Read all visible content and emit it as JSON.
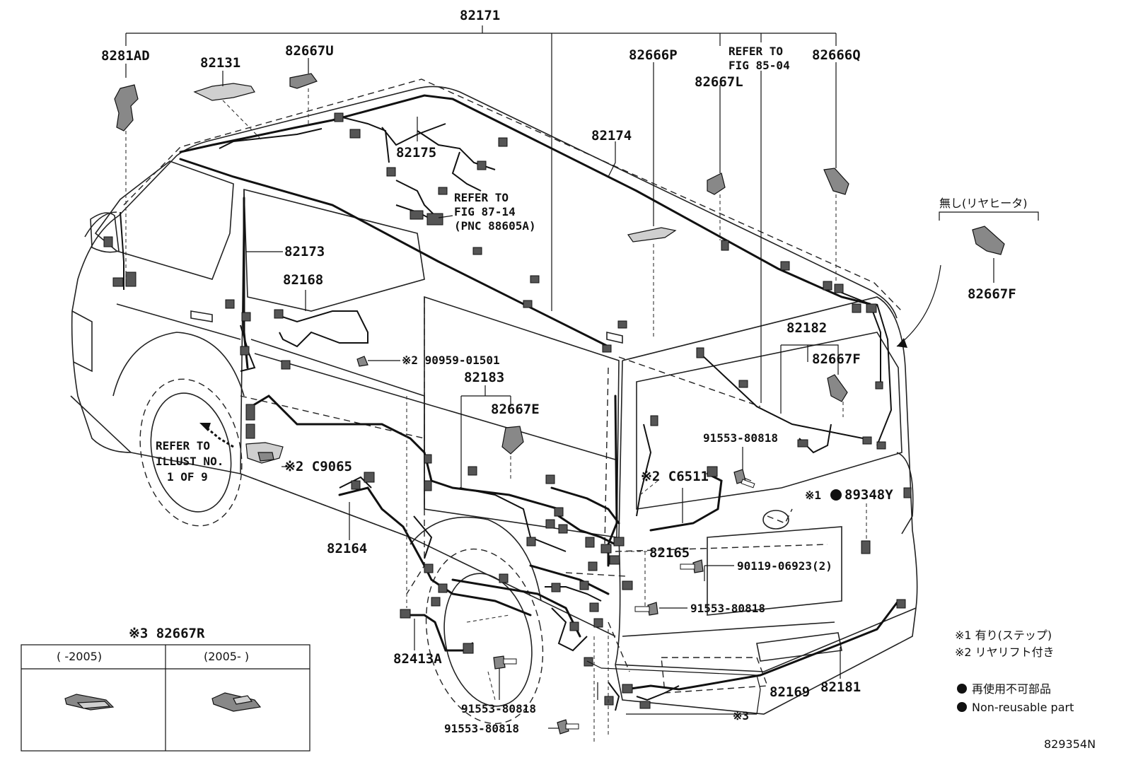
{
  "labels": {
    "p82171": "82171",
    "p8281AD": "8281AD",
    "p82131": "82131",
    "p82667U": "82667U",
    "p82666P": "82666P",
    "refer_85_04_line1": "REFER TO",
    "refer_85_04_line2": "FIG 85-04",
    "p82666Q": "82666Q",
    "p82667L": "82667L",
    "p82174": "82174",
    "p82175": "82175",
    "refer_87_14_line1": "REFER TO",
    "refer_87_14_line2": "FIG 87-14",
    "refer_87_14_line3": "(PNC 88605A)",
    "no_rear_heater": "無し(リヤヒータ)",
    "p82667F_right": "82667F",
    "p82173": "82173",
    "p82168": "82168",
    "p82182": "82182",
    "p82667F_mid": "82667F",
    "p90959": "※2 90959-01501",
    "p82183": "82183",
    "p82667E": "82667E",
    "refer_illust_line1": "REFER TO",
    "refer_illust_line2": "ILLUST NO.",
    "refer_illust_line3": "1 OF 9",
    "pC9065": "※2 C9065",
    "p91553_a": "91553-80818",
    "pC6511": "※2 C6511",
    "p89348Y_prefix": "※1",
    "p89348Y": "89348Y",
    "p82164": "82164",
    "p82165": "82165",
    "p90119": "90119-06923(2)",
    "p91553_b": "91553-80818",
    "p82667R_title": "※3 82667R",
    "p82413A": "82413A",
    "p91553_c": "91553-80818",
    "p91553_d": "91553-80818",
    "p82169": "82169",
    "p82181": "82181",
    "mark3": "※3",
    "code": "829354N"
  },
  "table": {
    "col1": "(     -2005)",
    "col2": "(2005-     )"
  },
  "legend": {
    "note1": "※1 有り(ステップ)",
    "note2": "※2 リヤリフト付き",
    "bullet1": "再使用不可部品",
    "bullet2": "Non-reusable part"
  }
}
